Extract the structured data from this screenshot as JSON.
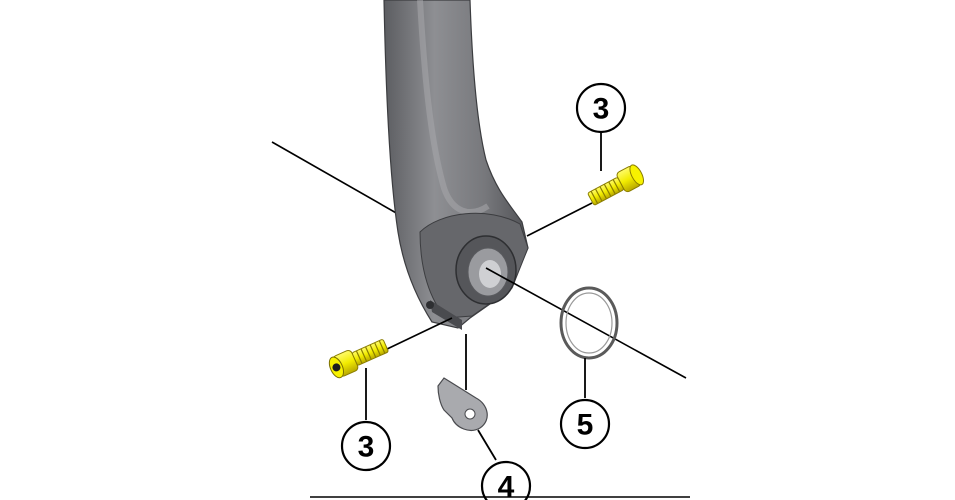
{
  "diagram": {
    "callouts": [
      {
        "id": "bolt-upper",
        "label": "3"
      },
      {
        "id": "bolt-lower",
        "label": "3"
      },
      {
        "id": "plate",
        "label": "4"
      },
      {
        "id": "ring",
        "label": "5"
      }
    ]
  },
  "colors": {
    "arm_light": "#8c8d90",
    "arm_mid": "#6f7074",
    "arm_dark": "#4f5054",
    "bolt": "#f2f000",
    "bolt_shadow": "#c9b800",
    "line": "#000000",
    "ring": "#555555"
  }
}
